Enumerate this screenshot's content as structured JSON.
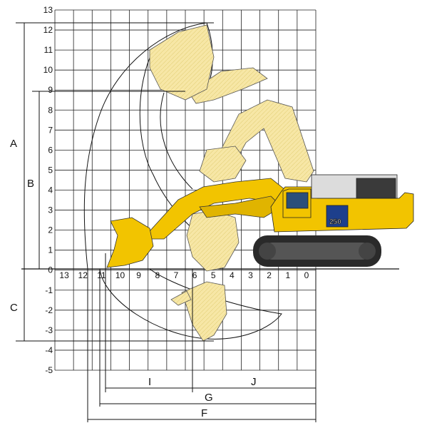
{
  "chart_data": {
    "type": "diagram",
    "subject": "hydraulic excavator working range",
    "y_axis_labels": [
      "13",
      "12",
      "11",
      "10",
      "9",
      "8",
      "7",
      "6",
      "5",
      "4",
      "3",
      "2",
      "1",
      "0",
      "-1",
      "-2",
      "-3",
      "-4",
      "-5"
    ],
    "x_axis_labels": [
      "13",
      "12",
      "11",
      "10",
      "9",
      "8",
      "7",
      "6",
      "5",
      "4",
      "3",
      "2",
      "1",
      "0"
    ],
    "y_range": [
      -5,
      13
    ],
    "x_range": [
      0,
      13
    ],
    "grid": true,
    "dimensions": {
      "A": "A",
      "B": "B",
      "C": "C",
      "F": "F",
      "G": "G",
      "I": "I",
      "J": "J"
    },
    "machine_model_text": "250",
    "colors": {
      "machine_yellow": "#f2c400",
      "ghost_yellow": "#f7e7a6",
      "track": "#2a2a2a",
      "grid": "#222222"
    }
  }
}
